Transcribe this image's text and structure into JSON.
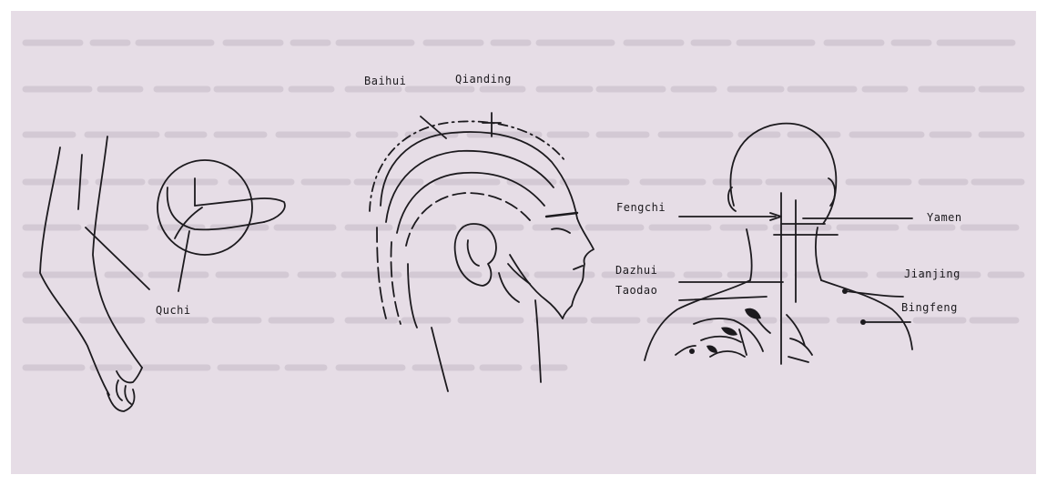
{
  "labels": {
    "quchi": "Quchi",
    "baihui": "Baihui",
    "qianding": "Qianding",
    "fengchi": "Fengchi",
    "dazhui": "Dazhui",
    "taodao": "Taodao",
    "yamen": "Yamen",
    "jianjing": "Jianjing",
    "bingfeng": "Bingfeng"
  },
  "colors": {
    "paper": "#e6dde6",
    "ink": "#1c1a1e",
    "bleed_text": "#b9aebb"
  }
}
